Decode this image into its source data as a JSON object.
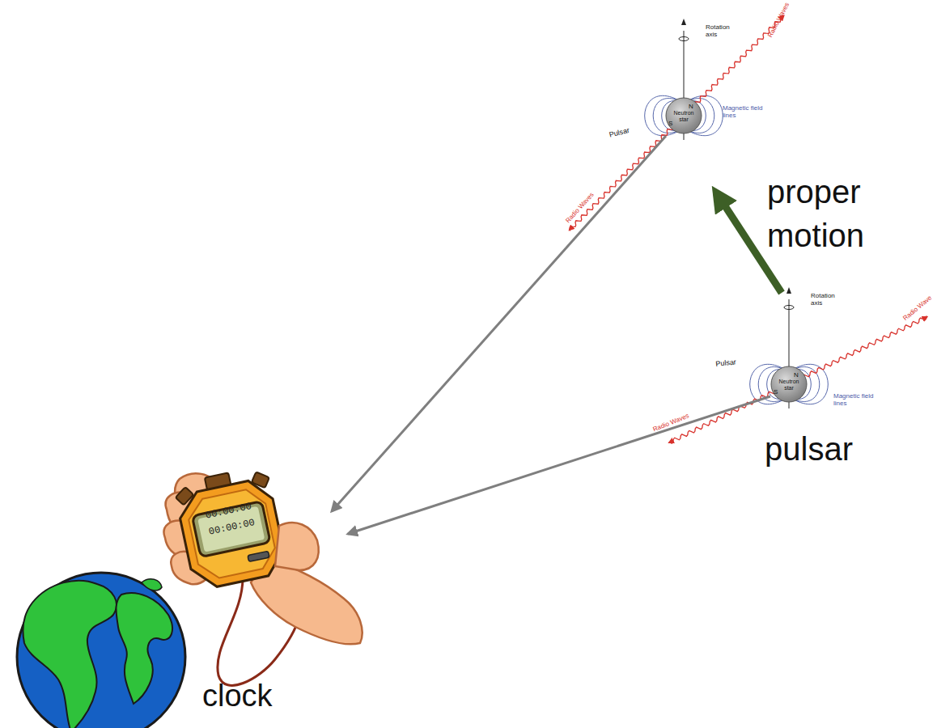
{
  "diagram": {
    "labels": [
      "Rotation axis",
      "Radio Waves",
      "N",
      "S",
      "Neutron star",
      "Magnetic field lines",
      "Pulsar",
      "Radio Waves",
      "proper motion",
      "Rotation axis",
      "Radio Wave",
      "N",
      "S",
      "Neutron star",
      "Magnetic field lines",
      "Pulsar",
      "Radio Waves",
      "pulsar",
      "00:00:00",
      "00:00:00",
      "clock"
    ]
  }
}
